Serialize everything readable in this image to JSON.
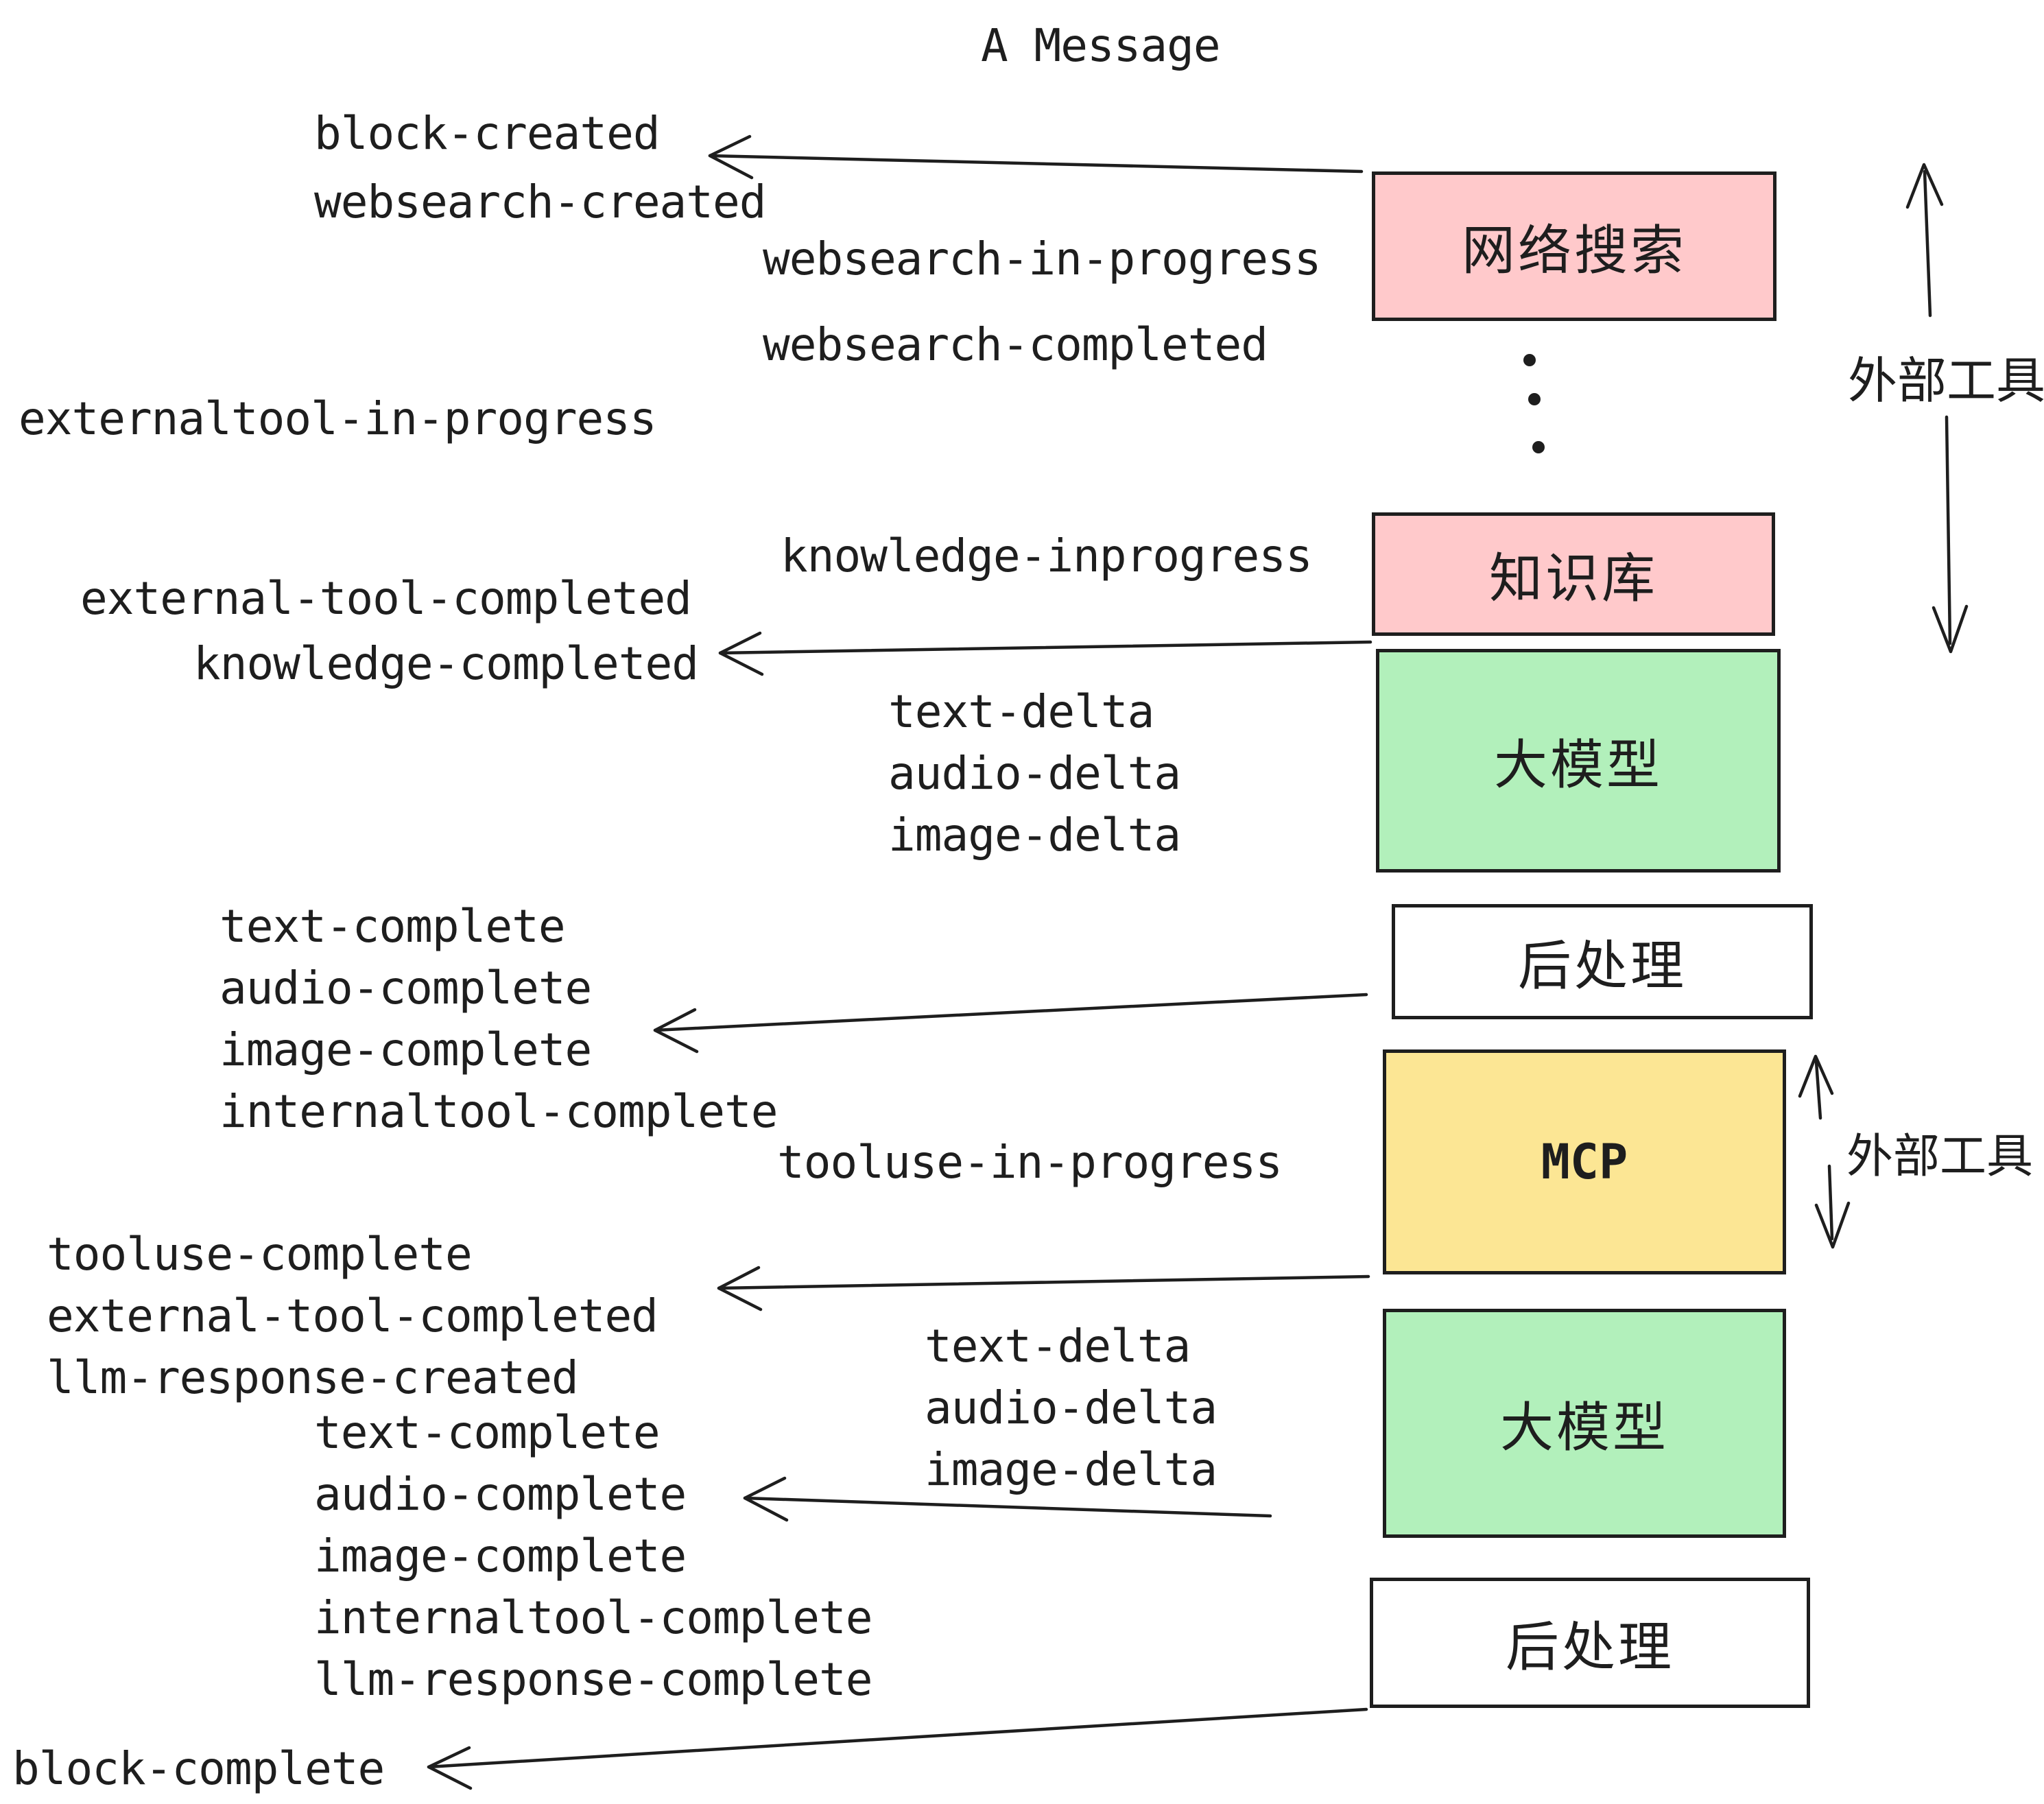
{
  "title": "A Message",
  "palette": {
    "pink": "#ffc9cb",
    "green": "#b2f0bb",
    "yellow": "#fce694",
    "white": "#ffffff",
    "ink": "#1e1e1e"
  },
  "boxes": [
    {
      "id": "websearch",
      "label": "网络搜索",
      "color": "pink"
    },
    {
      "id": "knowledge",
      "label": "知识库",
      "color": "pink"
    },
    {
      "id": "llm-1",
      "label": "大模型",
      "color": "green"
    },
    {
      "id": "postprocess-1",
      "label": "后处理",
      "color": "white"
    },
    {
      "id": "mcp",
      "label": "MCP",
      "color": "yellow"
    },
    {
      "id": "llm-2",
      "label": "大模型",
      "color": "green"
    },
    {
      "id": "postprocess-2",
      "label": "后处理",
      "color": "white"
    }
  ],
  "side_labels": {
    "external_tools_top": "外部工具",
    "external_tools_mid": "外部工具"
  },
  "events": {
    "block_created": "block-created",
    "websearch_created": "websearch-created",
    "websearch_in_progress": "websearch-in-progress",
    "websearch_completed": "websearch-completed",
    "externaltool_in_progress": "externaltool-in-progress",
    "knowledge_inprogress": "knowledge-inprogress",
    "external_tool_completed_1": "external-tool-completed",
    "knowledge_completed": "knowledge-completed",
    "text_delta_1": "text-delta",
    "audio_delta_1": "audio-delta",
    "image_delta_1": "image-delta",
    "text_complete_1": "text-complete",
    "audio_complete_1": "audio-complete",
    "image_complete_1": "image-complete",
    "internaltool_complete_1": "internaltool-complete",
    "tooluse_in_progress": "tooluse-in-progress",
    "tooluse_complete": "tooluse-complete",
    "external_tool_completed_2": "external-tool-completed",
    "llm_response_created": "llm-response-created",
    "text_delta_2": "text-delta",
    "audio_delta_2": "audio-delta",
    "image_delta_2": "image-delta",
    "text_complete_2": "text-complete",
    "audio_complete_2": "audio-complete",
    "image_complete_2": "image-complete",
    "internaltool_complete_2": "internaltool-complete",
    "llm_response_complete": "llm-response-complete",
    "block_complete": "block-complete"
  }
}
